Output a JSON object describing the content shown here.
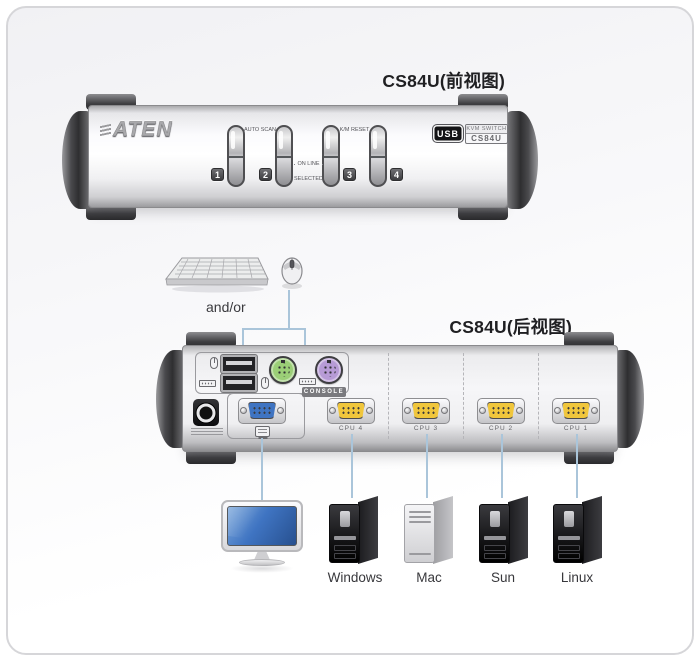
{
  "front_view": {
    "title": "CS84U(前视图)",
    "brand": "ATEN",
    "labels": {
      "auto_scan": "AUTO SCAN",
      "km_reset": "K/M RESET",
      "on_line": "ON LINE",
      "selected": "SELECTED"
    },
    "port_buttons": [
      "1",
      "2",
      "3",
      "4"
    ],
    "badge": {
      "usb": "USB",
      "line1": "KVM SWITCH",
      "line2": "CS84U"
    }
  },
  "peripherals": {
    "and_or": "and/or"
  },
  "rear_view": {
    "title": "CS84U(后视图)",
    "console_label": "CONSOLE",
    "cpu_ports": [
      "CPU 4",
      "CPU 3",
      "CPU 2",
      "CPU 1"
    ]
  },
  "computers": [
    "Windows",
    "Mac",
    "Sun",
    "Linux"
  ],
  "colors": {
    "connector_line": "#aac5da",
    "ps2_keyboard_port": "#9bcf77",
    "ps2_mouse_port": "#b79bd6",
    "console_vga": "#3f74c2",
    "cpu_vga": "#f0c63c",
    "console_badge_bg": "#7a7a7e",
    "monitor_screen": "#3a6fba"
  }
}
